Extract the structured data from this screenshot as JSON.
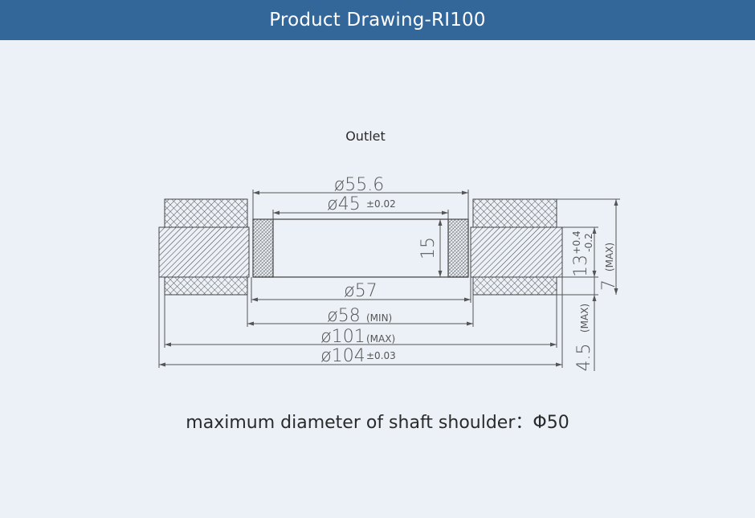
{
  "header": {
    "title": "Product Drawing-RI100"
  },
  "drawing": {
    "view_label": "Outlet",
    "dimensions": {
      "d55_6": {
        "value": "ø55.6",
        "tol": ""
      },
      "d45": {
        "value": "ø45",
        "tol": "±0.02"
      },
      "d57": {
        "value": "ø57",
        "tol": ""
      },
      "d58": {
        "value": "ø58",
        "tol": "(MIN)"
      },
      "d101": {
        "value": "ø101",
        "tol": "(MAX)"
      },
      "d104": {
        "value": "ø104",
        "tol": "±0.03"
      },
      "h15": {
        "value": "15"
      },
      "h13": {
        "value": "13",
        "tol_upper": "+0.4",
        "tol_lower": "-0.2"
      },
      "h7": {
        "value": "7",
        "tol": "(MAX)"
      },
      "h4_5": {
        "value": "4.5",
        "tol": "(MAX)"
      }
    }
  },
  "caption": {
    "text": "maximum diameter of shaft shoulder：Φ50"
  },
  "colors": {
    "header": "#336699",
    "background": "#ecf1f7",
    "line": "#444444"
  }
}
